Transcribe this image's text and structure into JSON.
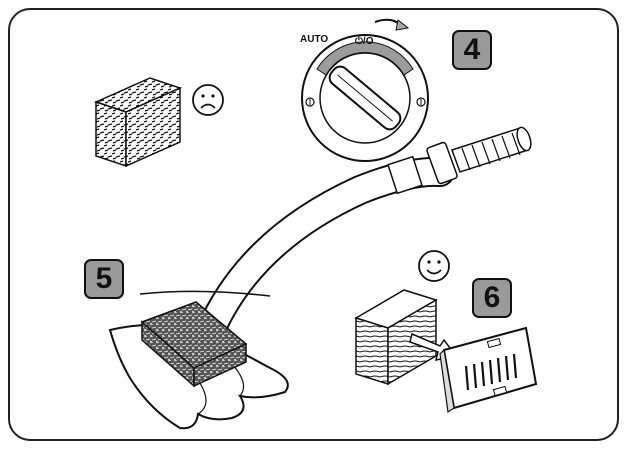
{
  "steps": [
    {
      "label": "4"
    },
    {
      "label": "5"
    },
    {
      "label": "6"
    }
  ],
  "dial": {
    "auto_label": "AUTO",
    "power_label": "⏻/O"
  },
  "faces": {
    "sad": "sad-face",
    "happy": "happy-face"
  },
  "colors": {
    "badge_fill": "#9a9a9a",
    "dial_band": "#9c9c9c",
    "outline": "#111111"
  }
}
